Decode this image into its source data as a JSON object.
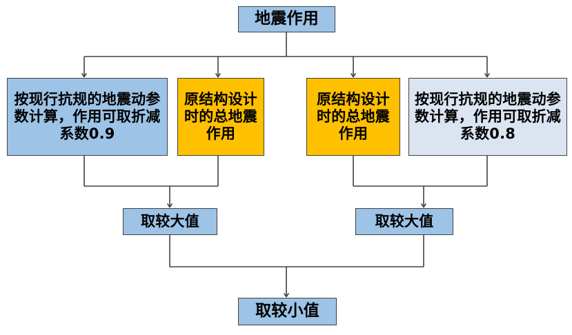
{
  "diagram": {
    "title": "地震作用",
    "colors": {
      "blue": "#9dc3e6",
      "blue_light": "#dbe5f1",
      "orange": "#ffc000",
      "border": "#404040",
      "background": "#ffffff"
    },
    "nodes": {
      "root": {
        "label": "地震作用",
        "color": "#9dc3e6"
      },
      "branch_1": {
        "label": "按现行抗规的地震动参数计算，作用可取折减系数0.9",
        "color": "#9dc3e6"
      },
      "branch_2": {
        "label": "原结构设计时的总地震作用",
        "color": "#ffc000"
      },
      "branch_3": {
        "label": "原结构设计时的总地震作用",
        "color": "#ffc000"
      },
      "branch_4": {
        "label": "按现行抗规的地震动参数计算，作用可取折减系数0.8",
        "color": "#dbe5f1"
      },
      "merge_left": {
        "label": "取较大值",
        "color": "#9dc3e6"
      },
      "merge_right": {
        "label": "取较大值",
        "color": "#9dc3e6"
      },
      "final": {
        "label": "取较小值",
        "color": "#9dc3e6"
      }
    }
  }
}
